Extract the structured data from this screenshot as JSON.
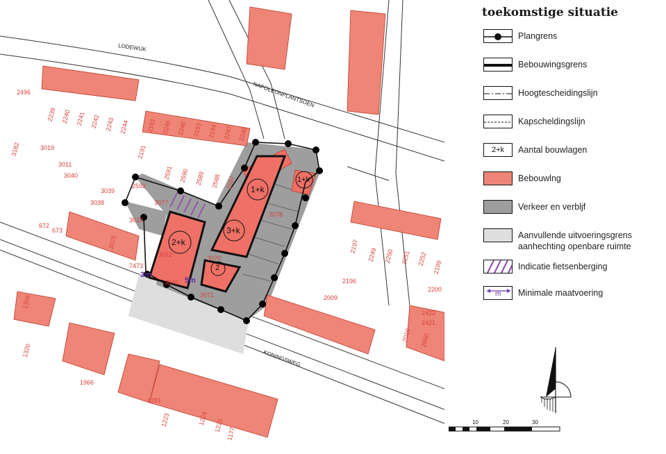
{
  "legend": {
    "title": "toekomstige situatie",
    "items": [
      {
        "label": "Plangrens",
        "symbol": "plangrens-dot-line"
      },
      {
        "label": "Bebouwingsgrens",
        "symbol": "thick-black-line"
      },
      {
        "label": "Hoogtescheidingslijn",
        "symbol": "dash-dot-line"
      },
      {
        "label": "Kapscheldingslijn",
        "symbol": "dotted-line"
      },
      {
        "label": "Aantal bouwlagen",
        "symbol": "text-box",
        "sample": "2+k"
      },
      {
        "label": "Bebouwlng",
        "symbol": "fill",
        "color": "#ee8577"
      },
      {
        "label": "Verkeer en verbljf",
        "symbol": "fill",
        "color": "#9e9e9e"
      },
      {
        "label": "Aanvullende uitvoeringsgrens\naanhechting openbare ruimte",
        "symbol": "fill",
        "color": "#dedede"
      },
      {
        "label": "Indicatie fietsenberging",
        "symbol": "hatch",
        "color": "#8e44ad"
      },
      {
        "label": "Minimale maatvoering",
        "symbol": "arrow-box",
        "sample": "m",
        "color": "#6a3ab2"
      }
    ]
  },
  "map": {
    "streets": [
      "LODEWIJK",
      "NAPOLEONPLANTSOEN",
      "KONINGSWEG"
    ],
    "floors": [
      "1+k",
      "1+k",
      "3+k",
      "2+k",
      "2"
    ],
    "dimensions": [
      "3m",
      "5m"
    ],
    "parcels": [
      "2496",
      "2239",
      "2240",
      "2241",
      "2242",
      "2243",
      "2244",
      "2192",
      "2245",
      "2246",
      "2193",
      "2194",
      "2247",
      "2248",
      "2191",
      "3182",
      "3019",
      "3011",
      "3040",
      "3039",
      "3038",
      "2592",
      "3077",
      "2591",
      "2590",
      "2589",
      "2588",
      "2587",
      "3078",
      "3022",
      "3070",
      "3071",
      "3072",
      "2197",
      "2249",
      "2250",
      "2251",
      "2252",
      "2199",
      "2196",
      "2009",
      "2200",
      "2422",
      "2421",
      "2010",
      "2660",
      "1966",
      "1281",
      "1223",
      "1224",
      "1225",
      "1177",
      "1306",
      "1320",
      "672",
      "673",
      "7473",
      "3076",
      "3075"
    ],
    "colors": {
      "building": "#ee8577",
      "traffic": "#9e9e9e",
      "extra_zone": "#dedede",
      "parcel_line": "#d9423a"
    }
  },
  "scalebar": {
    "labels": [
      "10",
      "20",
      "30"
    ]
  }
}
